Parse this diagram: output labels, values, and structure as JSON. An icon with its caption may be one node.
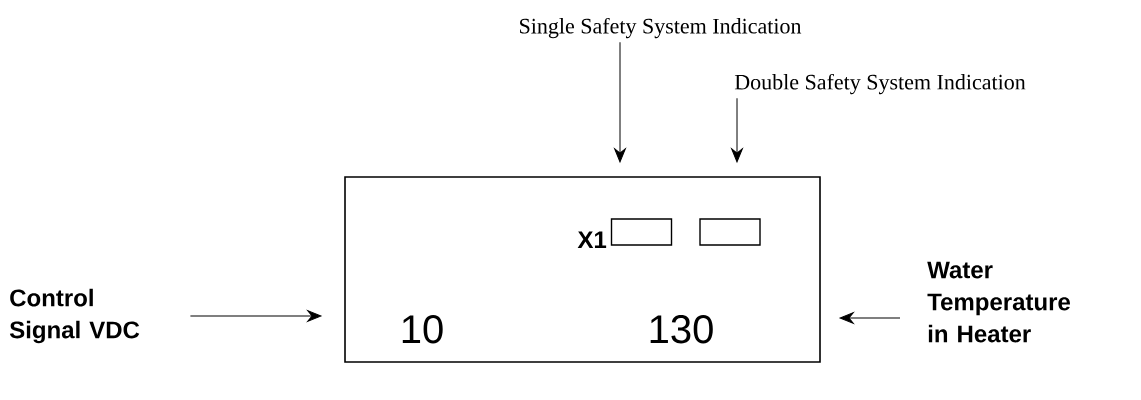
{
  "diagram": {
    "nodes": [
      {
        "text": [
          "X1",
          "10",
          "130"
        ]
      },
      {
        "text": [],
        "shape": "box",
        "in": 0
      },
      {
        "text": [],
        "shape": "box",
        "in": 0
      },
      {
        "text": [
          "Single Safety System Indication"
        ]
      },
      {
        "text": [
          "Double Safety System Indication"
        ]
      },
      {
        "text": [
          "Control Signal VDC"
        ]
      },
      {
        "text": [
          "Water Temperature in Heater"
        ]
      }
    ],
    "edges": [
      {
        "from": 3,
        "to": 0,
        "arrow": "to"
      },
      {
        "from": 4,
        "to": 0,
        "arrow": "to"
      },
      {
        "from": 5,
        "to": 0,
        "arrow": "to"
      },
      {
        "from": 6,
        "to": 0,
        "arrow": "to"
      }
    ]
  }
}
